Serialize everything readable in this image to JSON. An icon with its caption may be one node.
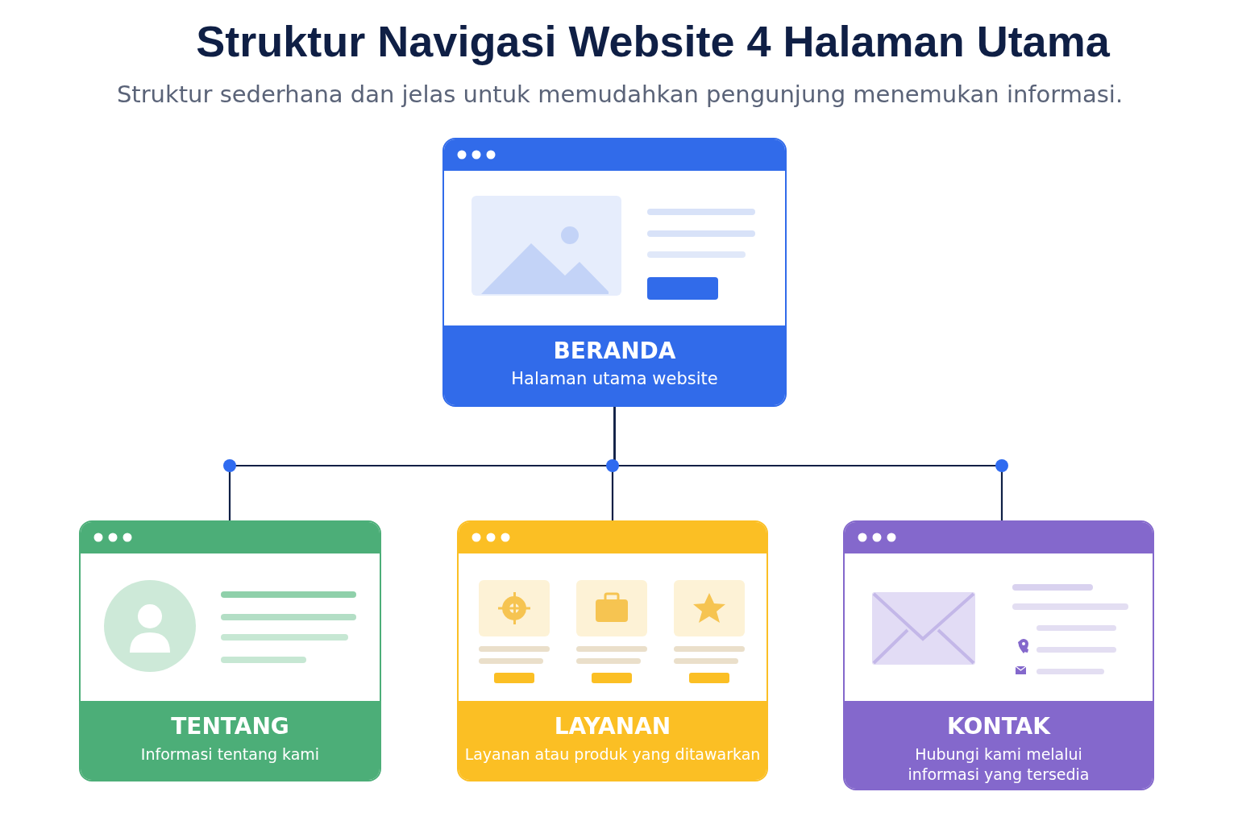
{
  "diagram": {
    "title": "Struktur Navigasi Website 4 Halaman Utama",
    "caption": "Struktur sederhana dan jelas untuk memudahkan pengunjung menemukan informasi.",
    "nodes": [
      {
        "text": [
          "BERANDA",
          "Halaman utama website"
        ]
      },
      {
        "text": [
          "TENTANG",
          "Informasi tentang kami"
        ]
      },
      {
        "text": [
          "LAYANAN",
          "Layanan atau produk yang ditawarkan"
        ]
      },
      {
        "text": [
          "KONTAK",
          "Hubungi kami melalui informasi yang tersedia"
        ]
      }
    ],
    "edges": [
      {
        "from": 0,
        "to": 1,
        "arrow": "none"
      },
      {
        "from": 0,
        "to": 2,
        "arrow": "none"
      },
      {
        "from": 0,
        "to": 3,
        "arrow": "none"
      }
    ]
  }
}
